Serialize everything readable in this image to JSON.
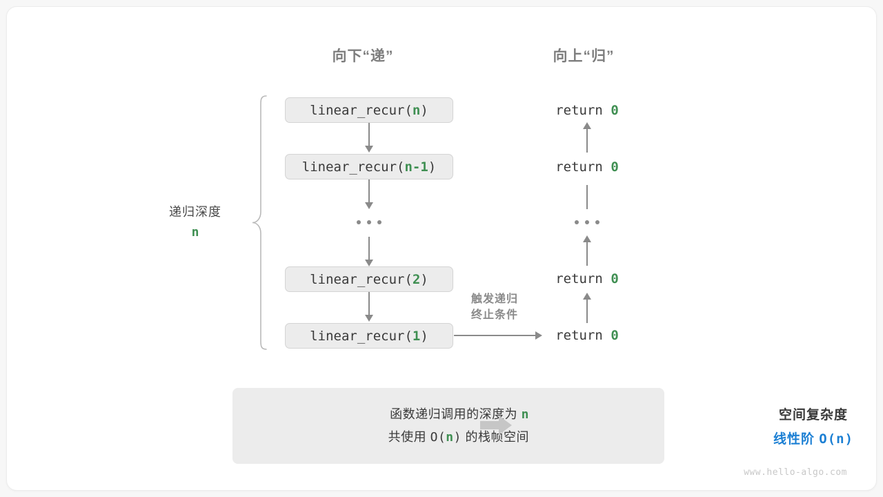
{
  "watermark": "www.hello-algo.com",
  "colors": {
    "accent_green": "#3f8f52",
    "accent_blue": "#1d80d4",
    "box_fill": "#ececec",
    "box_border": "#d4d4d4",
    "connector": "#8a8a8a",
    "text": "#3a3a3a",
    "muted": "#7d7d7d",
    "canvas": "#ffffff"
  },
  "headers": {
    "descend": "向下“递”",
    "ascend": "向上“归”"
  },
  "depth": {
    "label": "递归深度",
    "value": "n"
  },
  "trigger_note": {
    "line1": "触发递归",
    "line2": "终止条件"
  },
  "call_stack": [
    {
      "prefix": "linear_recur(",
      "arg": "n",
      "suffix": ")",
      "full": "linear_recur(n)"
    },
    {
      "prefix": "linear_recur(",
      "arg": "n-1",
      "suffix": ")",
      "full": "linear_recur(n-1)"
    },
    {
      "ellipsis": "..."
    },
    {
      "prefix": "linear_recur(",
      "arg": "2",
      "suffix": ")",
      "full": "linear_recur(2)"
    },
    {
      "prefix": "linear_recur(",
      "arg": "1",
      "suffix": ")",
      "full": "linear_recur(1)"
    }
  ],
  "returns": [
    {
      "keyword": "return",
      "value": "0",
      "full": "return 0"
    },
    {
      "keyword": "return",
      "value": "0",
      "full": "return 0"
    },
    {
      "ellipsis": "..."
    },
    {
      "keyword": "return",
      "value": "0",
      "full": "return 0"
    },
    {
      "keyword": "return",
      "value": "0",
      "full": "return 0"
    }
  ],
  "summary": {
    "left_line1_a": "函数递归调用的深度为 ",
    "left_line1_var": "n",
    "left_line2_a": "共使用 ",
    "left_line2_mono_a": "O(",
    "left_line2_var": "n",
    "left_line2_mono_b": ")",
    "left_line2_b": " 的栈帧空间",
    "arrow_icon": "block-arrow-right-icon",
    "right_title": "空间复杂度",
    "right_value_label": "线性阶 ",
    "right_value_expr": "O(n)"
  }
}
